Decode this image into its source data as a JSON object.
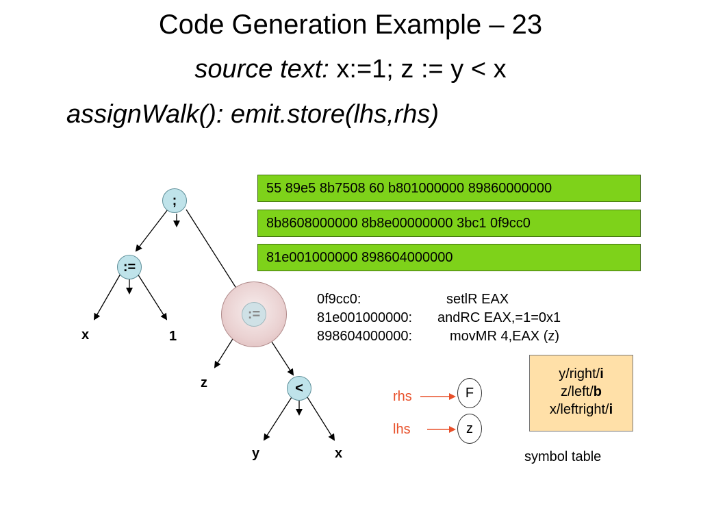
{
  "title": "Code Generation Example – 23",
  "source": {
    "label": "source text:",
    "code": " x:=1; z := y < x"
  },
  "assign_walk": "assignWalk(): emit.store(lhs,rhs)",
  "tree": {
    "root": ";",
    "assign1": ":=",
    "x1": "x",
    "one": "1",
    "assign2": ":=",
    "z": "z",
    "lt": "<",
    "y": "y",
    "x2": "x"
  },
  "code_bytes": [
    "55 89e5 8b7508 60 b801000000 89860000000",
    "8b8608000000 8b8e00000000 3bc1 0f9cc0",
    "81e001000000 898604000000"
  ],
  "asm": [
    {
      "addr": "0f9cc0:",
      "instr": "setlR EAX"
    },
    {
      "addr": "81e001000000:",
      "instr": "andRC EAX,=1=0x1"
    },
    {
      "addr": "898604000000:",
      "instr": "movMR 4,EAX (z)"
    }
  ],
  "pointers": {
    "rhs": {
      "label": "rhs",
      "value": "F"
    },
    "lhs": {
      "label": "lhs",
      "value": "z"
    }
  },
  "symbol_table": {
    "rows": [
      {
        "text": "y/right/",
        "flag": "i"
      },
      {
        "text": "z/left/",
        "flag": "b"
      },
      {
        "text": "x/leftright/",
        "flag": "i"
      }
    ],
    "caption": "symbol table"
  },
  "colors": {
    "code_box": "#7ed21a",
    "node_fill": "#bfe3ea",
    "highlight": "#ead1d1",
    "pointer": "#e8502a",
    "symbol_table_fill": "#ffe0a8"
  }
}
